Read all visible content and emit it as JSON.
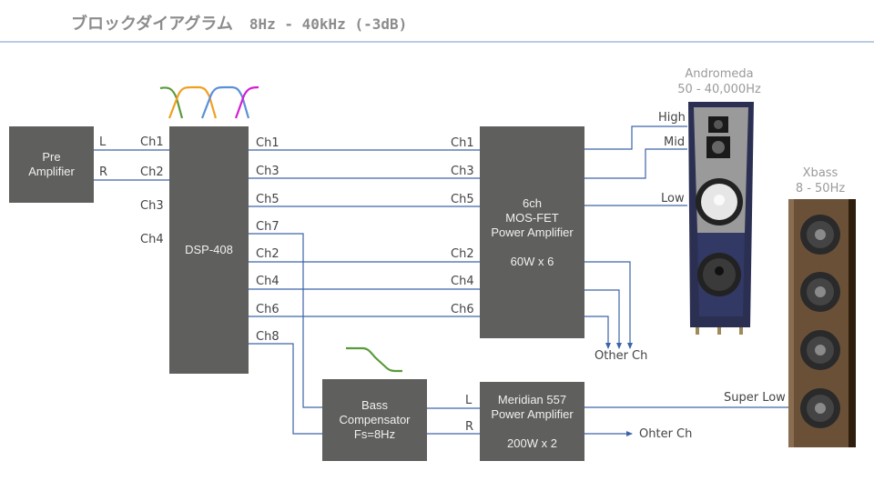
{
  "header": {
    "title": "ブロックダイアグラム",
    "subtitle": "8Hz - 40kHz (-3dB)"
  },
  "blocks": {
    "preamp": {
      "line1": "Pre",
      "line2": "Amplifier"
    },
    "dsp": {
      "name": "DSP-408"
    },
    "power6ch": {
      "line1": "6ch",
      "line2": "MOS-FET",
      "line3": "Power Amplifier",
      "line4": "60W x 6"
    },
    "bass_comp": {
      "line1": "Bass",
      "line2": "Compensator",
      "line3": "Fs=8Hz"
    },
    "meridian": {
      "line1": "Meridian 557",
      "line2": "Power Amplifier",
      "line3": "200W x 2"
    }
  },
  "preamp_outputs": [
    "L",
    "R"
  ],
  "dsp_inputs": [
    "Ch1",
    "Ch2",
    "Ch3",
    "Ch4"
  ],
  "dsp_outputs": [
    "Ch1",
    "Ch3",
    "Ch5",
    "Ch7",
    "Ch2",
    "Ch4",
    "Ch6",
    "Ch8"
  ],
  "amp_inputs": [
    "Ch1",
    "Ch3",
    "Ch5",
    "Ch2",
    "Ch4",
    "Ch6"
  ],
  "speaker_inputs": [
    "High",
    "Mid",
    "Low"
  ],
  "other_ch_label": "Other Ch",
  "meridian_inputs": [
    "L",
    "R"
  ],
  "super_low_label": "Super Low",
  "ohter_ch_label": "Ohter Ch",
  "speakers": {
    "andromeda": {
      "name": "Andromeda",
      "range": "50 - 40,000Hz"
    },
    "xbass": {
      "name": "Xbass",
      "range": "8 - 50Hz"
    }
  },
  "colors": {
    "wire": "#3d64a8",
    "box": "#5f5f5d",
    "filter_green": "#5a9a3c",
    "filter_orange": "#f0a020",
    "filter_blue": "#5b8fd8",
    "filter_magenta": "#d41ed4"
  }
}
